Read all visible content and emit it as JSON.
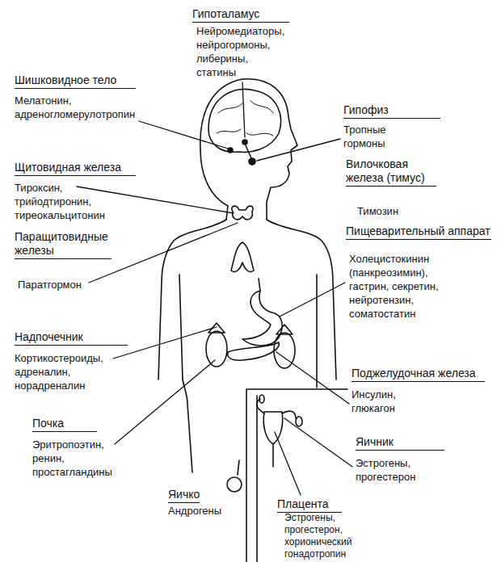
{
  "diagram": {
    "labels": [
      "Гипоталамус",
      "Нейромедиаторы, нейрогормоны, либерины, статины",
      "Шишковидное тело",
      "Мелатонин, адреногломерулотропин",
      "Гипофиз",
      "Тропные гормоны",
      "Щитовидная железа",
      "Тироксин, трийодтиронин, тиреокальцитонин",
      "Вилочковая железа (тимус)",
      "Тимозин",
      "Паращитовидные железы",
      "Паратгормон",
      "Пищеварительный аппарат",
      "Холецистокинин (панкреозимин), гастрин, секретин, нейротензин, соматостатин",
      "Надпочечник",
      "Кортикостероиды, адреналин, норадреналин",
      "Поджелудочная железа",
      "Инсулин, глюкагон",
      "Почка",
      "Эритропоэтин, ренин, простагландины",
      "Яичник",
      "Эстрогены, прогестерон",
      "Яичко",
      "Андрогены",
      "Плацента",
      "Эстрогены, прогестерон, хорионический гонадотропин"
    ]
  }
}
